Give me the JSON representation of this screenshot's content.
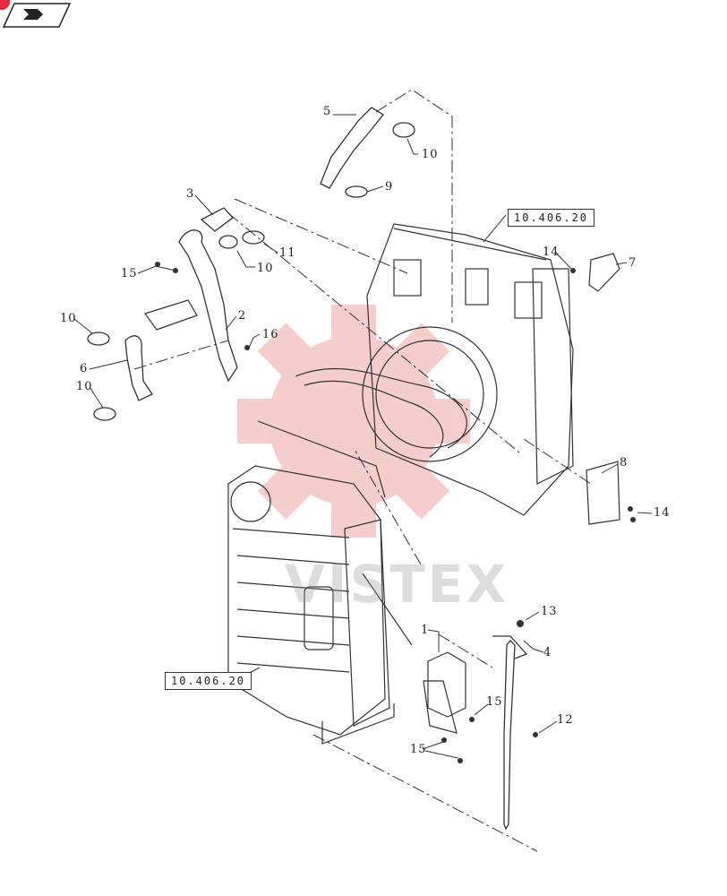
{
  "colors": {
    "line": "#333333",
    "watermark": "#e05050",
    "badge": "#e8283c"
  },
  "badge_icon": "book-page-icon",
  "callouts": [
    {
      "id": "c5",
      "text": "5"
    },
    {
      "id": "c10a",
      "text": "10"
    },
    {
      "id": "c9",
      "text": "9"
    },
    {
      "id": "c3",
      "text": "3"
    },
    {
      "id": "c11",
      "text": "11"
    },
    {
      "id": "c10b",
      "text": "10"
    },
    {
      "id": "c15a",
      "text": "15"
    },
    {
      "id": "c2",
      "text": "2"
    },
    {
      "id": "c16",
      "text": "16"
    },
    {
      "id": "c10c",
      "text": "10"
    },
    {
      "id": "c6",
      "text": "6"
    },
    {
      "id": "c10d",
      "text": "10"
    },
    {
      "id": "c14a",
      "text": "14"
    },
    {
      "id": "c7",
      "text": "7"
    },
    {
      "id": "c8",
      "text": "8"
    },
    {
      "id": "c14b",
      "text": "14"
    },
    {
      "id": "c13",
      "text": "13"
    },
    {
      "id": "c1",
      "text": "1"
    },
    {
      "id": "c4",
      "text": "4"
    },
    {
      "id": "c15b",
      "text": "15"
    },
    {
      "id": "c12",
      "text": "12"
    },
    {
      "id": "c15c",
      "text": "15"
    }
  ],
  "references": [
    {
      "text": "10.406.20"
    },
    {
      "text": "10.406.20"
    }
  ],
  "watermark": {
    "text": "VISTEX"
  }
}
